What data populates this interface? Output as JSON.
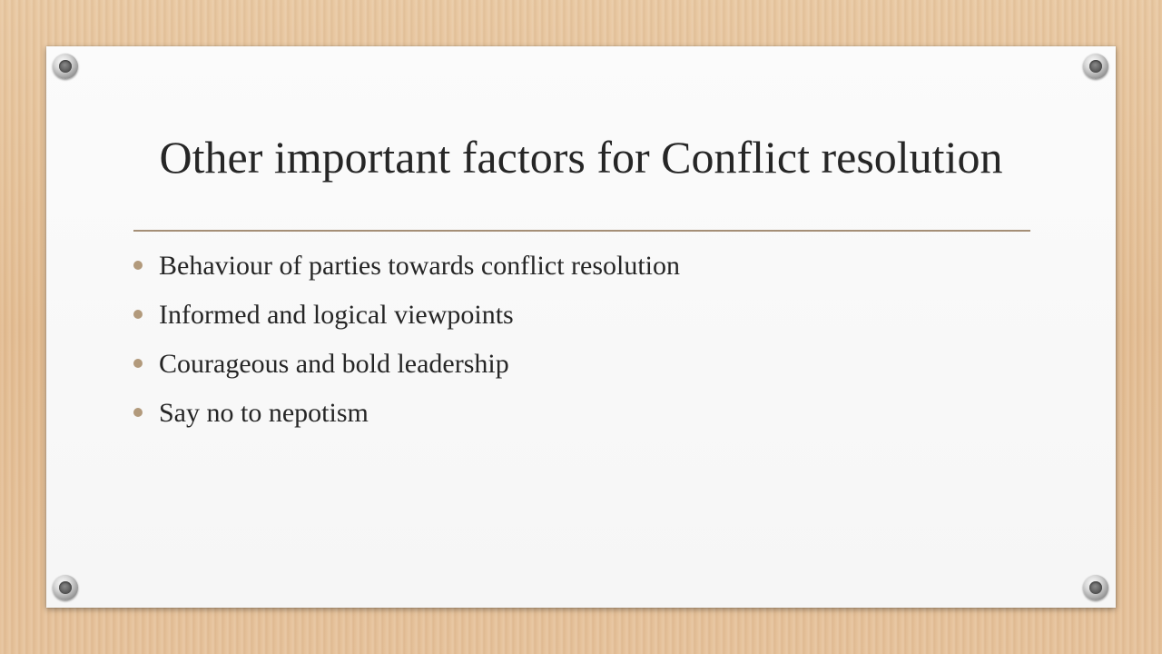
{
  "slide": {
    "title": "Other important factors for Conflict resolution",
    "bullets": [
      "Behaviour of parties towards conflict resolution",
      "Informed and logical viewpoints",
      "Courageous and bold leadership",
      "Say no to nepotism"
    ]
  },
  "colors": {
    "background": "#e6c39c",
    "card": "#f7f7f7",
    "text": "#262626",
    "divider": "#a58f77",
    "bullet_dot": "#b29a7c"
  }
}
